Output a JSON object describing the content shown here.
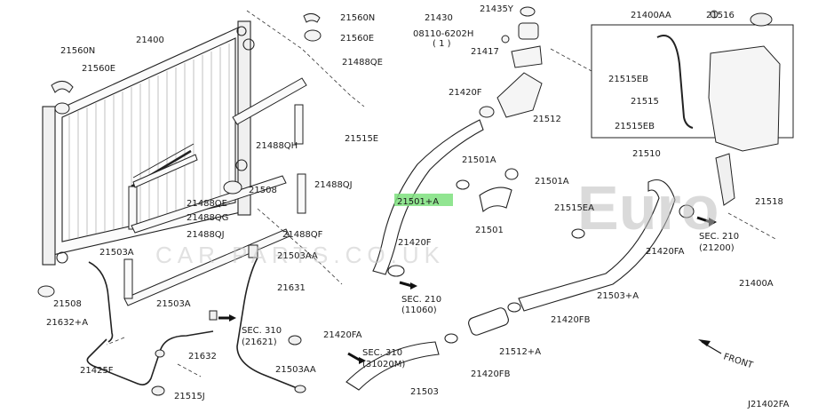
{
  "watermark": {
    "brand": "Euro",
    "sub": "CAR PARTS.CO.UK"
  },
  "highlight_part": "21501+A",
  "drawing_code": "J21402FA",
  "front_label": "FRONT",
  "labels": [
    {
      "text": "21400"
    },
    {
      "text": "21560N"
    },
    {
      "text": "21560E"
    },
    {
      "text": "21560N"
    },
    {
      "text": "21560E"
    },
    {
      "text": "21430"
    },
    {
      "text": "21435Y"
    },
    {
      "text": "08110-6202H"
    },
    {
      "text": "( 1 )"
    },
    {
      "text": "21417"
    },
    {
      "text": "21400AA"
    },
    {
      "text": "21516"
    },
    {
      "text": "21515EB"
    },
    {
      "text": "21515"
    },
    {
      "text": "21515EB"
    },
    {
      "text": "21510"
    },
    {
      "text": "21488QE"
    },
    {
      "text": "21420F"
    },
    {
      "text": "21512"
    },
    {
      "text": "21488QH"
    },
    {
      "text": "21515E"
    },
    {
      "text": "21501A"
    },
    {
      "text": "21501A"
    },
    {
      "text": "21501+A"
    },
    {
      "text": "21508"
    },
    {
      "text": "21488QJ"
    },
    {
      "text": "21488QE"
    },
    {
      "text": "21488QG"
    },
    {
      "text": "21488QJ"
    },
    {
      "text": "21488QF"
    },
    {
      "text": "21501"
    },
    {
      "text": "21515EA"
    },
    {
      "text": "21518"
    },
    {
      "text": "21503A"
    },
    {
      "text": "21503AA"
    },
    {
      "text": "21420F"
    },
    {
      "text": "SEC. 210"
    },
    {
      "text": "(11060)"
    },
    {
      "text": "21420FA"
    },
    {
      "text": "SEC. 210"
    },
    {
      "text": "(21200)"
    },
    {
      "text": "21400A"
    },
    {
      "text": "21508"
    },
    {
      "text": "21632+A"
    },
    {
      "text": "21631"
    },
    {
      "text": "21503+A"
    },
    {
      "text": "21503A"
    },
    {
      "text": "SEC. 310"
    },
    {
      "text": "(21621)"
    },
    {
      "text": "21420FA"
    },
    {
      "text": "21420FB"
    },
    {
      "text": "21425F"
    },
    {
      "text": "21632"
    },
    {
      "text": "SEC. 310"
    },
    {
      "text": "(31020M)"
    },
    {
      "text": "21512+A"
    },
    {
      "text": "21503AA"
    },
    {
      "text": "21420FB"
    },
    {
      "text": "21515J"
    },
    {
      "text": "21503"
    }
  ]
}
